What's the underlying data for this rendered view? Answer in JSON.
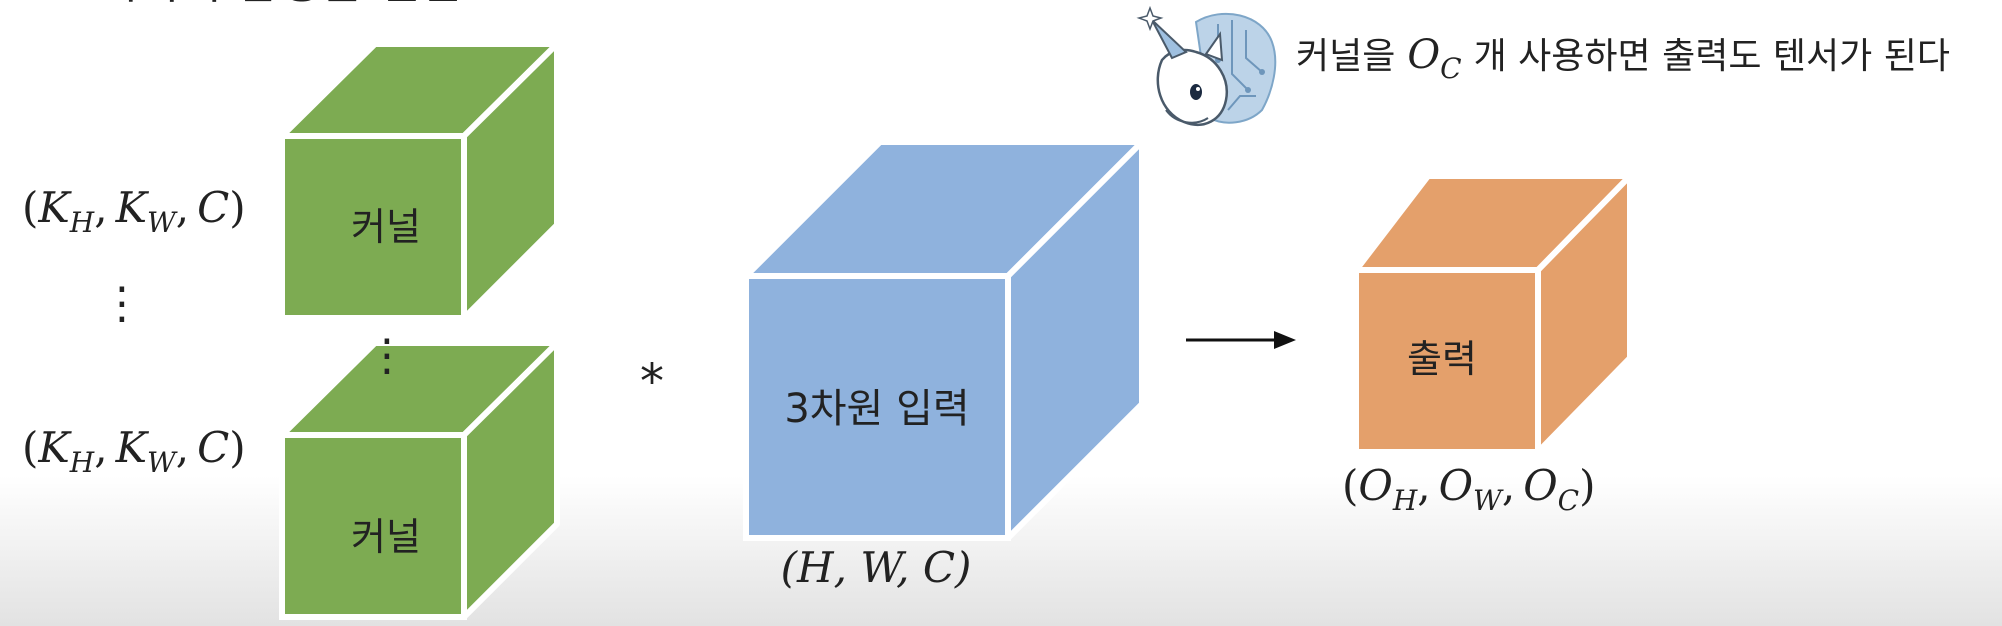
{
  "title_fragment": "데이터 합성곱 연산",
  "note": {
    "prefix": "커널을",
    "symbol_main": "O",
    "symbol_sub": "C",
    "suffix": "개 사용하면 출력도 텐서가 된다"
  },
  "kernels": [
    {
      "label": "커널",
      "shape": {
        "open": "(",
        "k1": "K",
        "k1_sub": "H",
        "comma1": ",",
        "k2": "K",
        "k2_sub": "W",
        "comma2": ",",
        "k3": "C",
        "close": ")"
      }
    },
    {
      "label": "커널",
      "shape": {
        "open": "(",
        "k1": "K",
        "k1_sub": "H",
        "comma1": ",",
        "k2": "K",
        "k2_sub": "W",
        "comma2": ",",
        "k3": "C",
        "close": ")"
      }
    }
  ],
  "vertical_ellipsis": "⋮",
  "operator": "*",
  "input": {
    "label": "3차원 입력",
    "shape": "(H, W, C)"
  },
  "output": {
    "label": "출력",
    "shape": {
      "open": "(",
      "o1": "O",
      "o1_sub": "H",
      "comma1": ",",
      "o2": "O",
      "o2_sub": "W",
      "comma2": ",",
      "o3": "O",
      "o3_sub": "C",
      "close": ")"
    }
  },
  "colors": {
    "kernel_fill": "#7dab52",
    "input_fill": "#8fb2dd",
    "output_fill": "#e4a06b",
    "edge": "#ffffff",
    "text": "#222222"
  }
}
